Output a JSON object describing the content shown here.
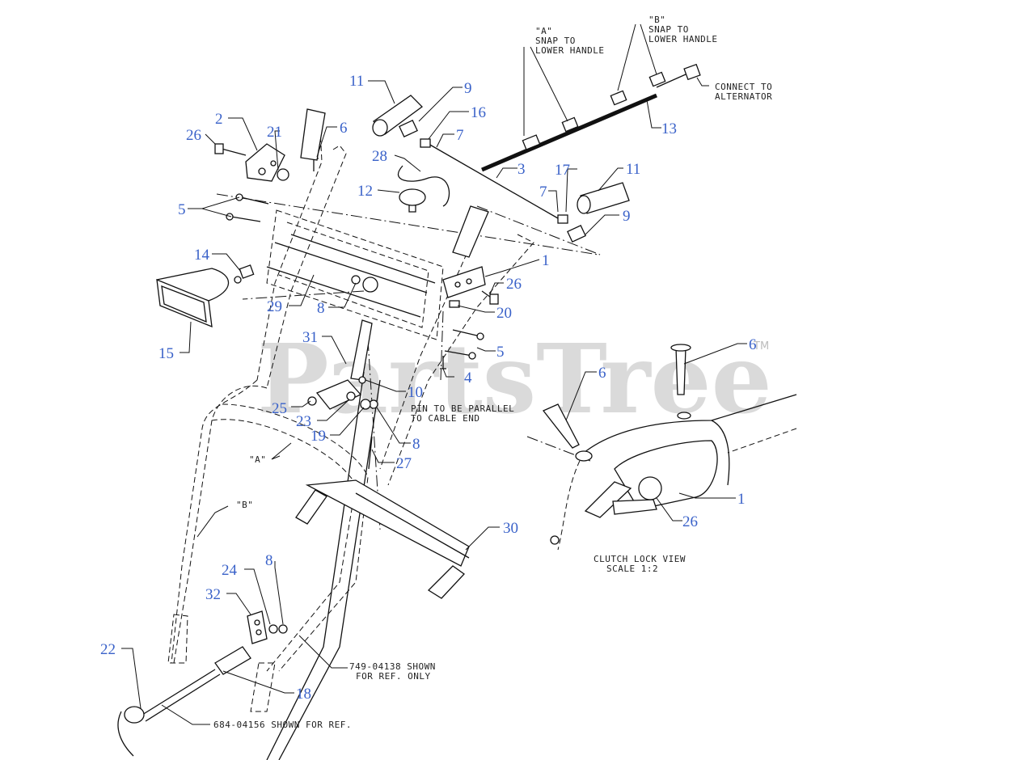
{
  "watermark": {
    "text": "PartsTree",
    "mark": "TM"
  },
  "notes": {
    "snap_a_1": "\"A\"",
    "snap_a_2": "SNAP TO",
    "snap_a_3": "LOWER HANDLE",
    "snap_b_1": "\"B\"",
    "snap_b_2": "SNAP TO",
    "snap_b_3": "LOWER HANDLE",
    "alt_1": "CONNECT TO",
    "alt_2": "ALTERNATOR",
    "pin_1": "PIN TO BE PARALLEL",
    "pin_2": "TO CABLE END",
    "ref_749_1": "749-04138 SHOWN",
    "ref_749_2": "FOR REF. ONLY",
    "ref_684": "684-04156 SHOWN FOR REF.",
    "clutch_1": "CLUTCH LOCK VIEW",
    "clutch_2": "SCALE 1:2",
    "label_a": "\"A\"",
    "label_b": "\"B\""
  },
  "callouts": {
    "c11a": "11",
    "c9a": "9",
    "c16": "16",
    "c7a": "7",
    "c6a": "6",
    "c21": "21",
    "c2": "2",
    "c26a": "26",
    "c28": "28",
    "c3": "3",
    "c13": "13",
    "c17": "17",
    "c11b": "11",
    "c7b": "7",
    "c9b": "9",
    "c12": "12",
    "c5a": "5",
    "c14": "14",
    "c1a": "1",
    "c26b": "26",
    "c29": "29",
    "c8a": "8",
    "c20": "20",
    "c15": "15",
    "c31": "31",
    "c5b": "5",
    "c4": "4",
    "c10": "10",
    "c25": "25",
    "c23": "23",
    "c19": "19",
    "c8b": "8",
    "c27": "27",
    "c30": "30",
    "c8c": "8",
    "c24": "24",
    "c32": "32",
    "c22": "22",
    "c18": "18",
    "c6b": "6",
    "c6c": "6",
    "c1b": "1",
    "c26c": "26"
  }
}
